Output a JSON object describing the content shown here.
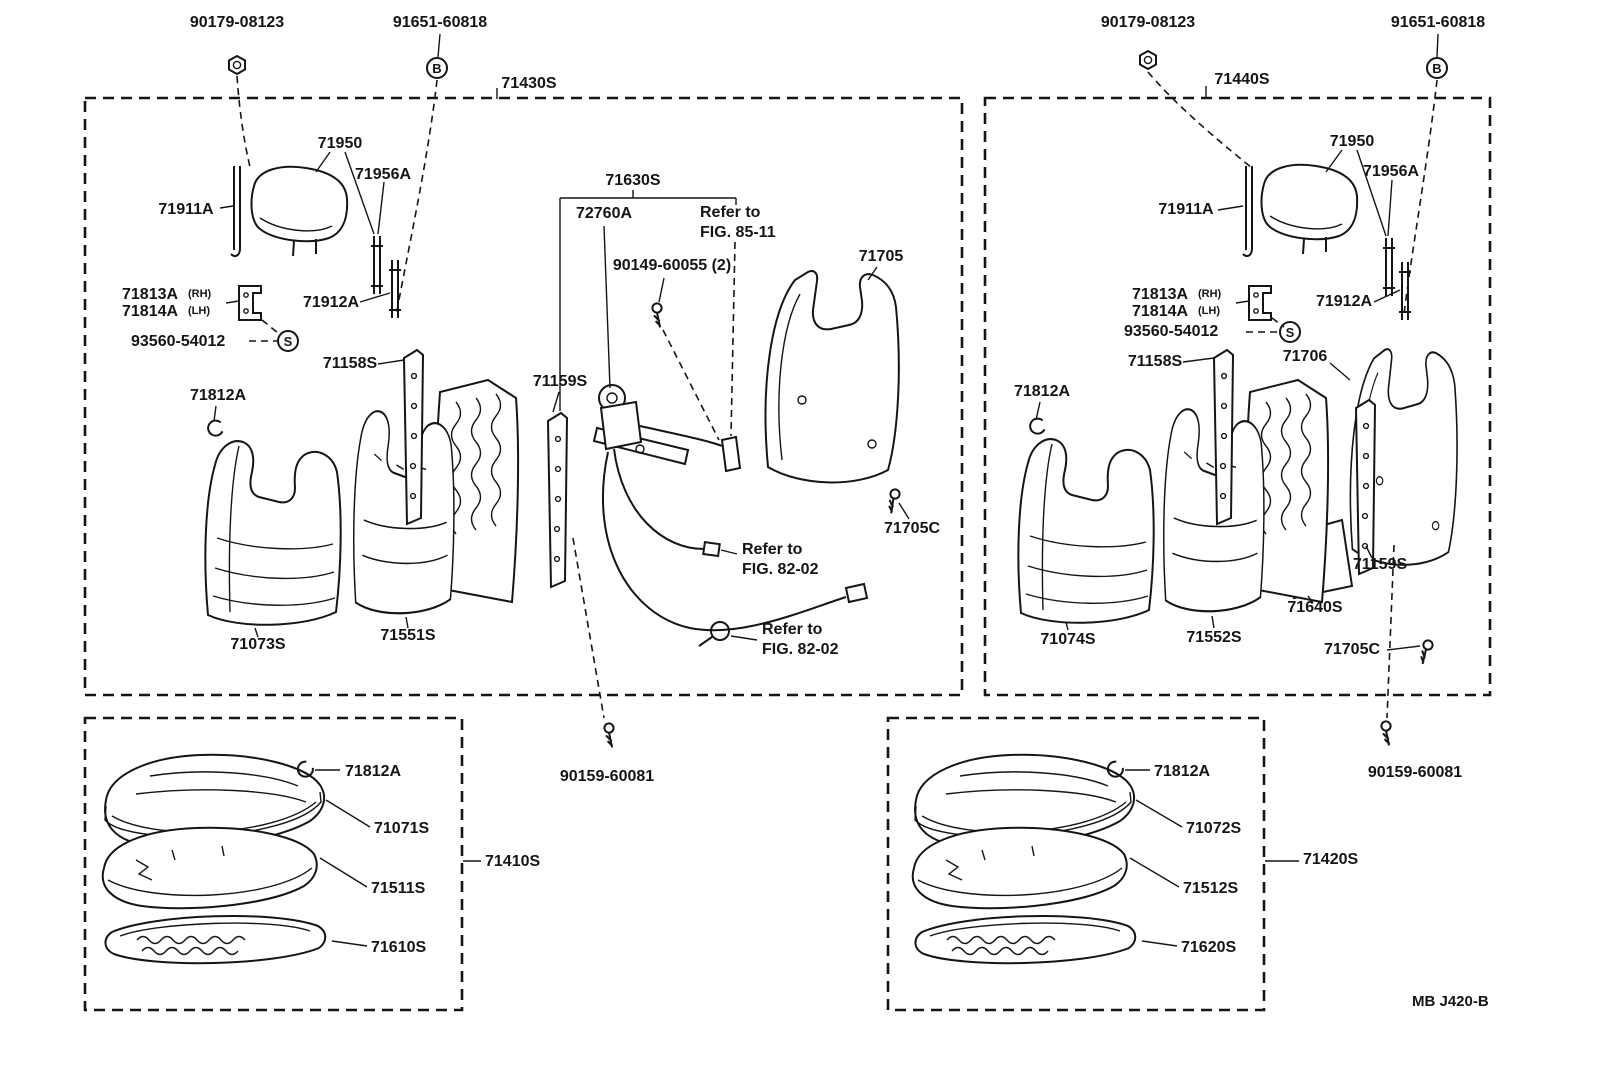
{
  "footer": {
    "code": "MB J420-B"
  },
  "symbols": {
    "b": "B",
    "s": "S"
  },
  "front_seat_back_left": {
    "assembly": "71430S",
    "parts": {
      "nut": "90179-08123",
      "bolt": "91651-60818",
      "headrest": "71950",
      "headrest_support": "71956A",
      "headrest_stay": "71911A",
      "support": "71912A",
      "recliner_assy": "71630S",
      "motor": "72760A",
      "refer_85_11_line1": "Refer to",
      "refer_85_11_line2": "FIG. 85-11",
      "screw_pair": "90149-60055 (2)",
      "back_board": "71705",
      "bracket_rh": "71813A",
      "bracket_rh_side": "(RH)",
      "bracket_lh": "71814A",
      "bracket_lh_side": "(LH)",
      "clip": "93560-54012",
      "frame_side_inner": "71158S",
      "frame_side_outer": "71159S",
      "hog_ring": "71812A",
      "board_screw": "71705C",
      "refer_82_02_a_line1": "Refer to",
      "refer_82_02_a_line2": "FIG. 82-02",
      "refer_82_02_b_line1": "Refer to",
      "refer_82_02_b_line2": "FIG. 82-02",
      "back_cover": "71073S",
      "back_pad": "71551S",
      "frame_screw": "90159-60081"
    }
  },
  "front_seat_back_right": {
    "assembly": "71440S",
    "parts": {
      "nut": "90179-08123",
      "bolt": "91651-60818",
      "headrest": "71950",
      "headrest_support": "71956A",
      "headrest_stay": "71911A",
      "support": "71912A",
      "bracket_rh": "71813A",
      "bracket_rh_side": "(RH)",
      "bracket_lh": "71814A",
      "bracket_lh_side": "(LH)",
      "clip": "93560-54012",
      "frame_side_inner": "71158S",
      "back_board": "71706",
      "hog_ring": "71812A",
      "frame_side_outer": "71159S",
      "spring_board": "71640S",
      "back_cover": "71074S",
      "back_pad": "71552S",
      "board_screw": "71705C",
      "frame_screw": "90159-60081"
    }
  },
  "seat_cushion_left": {
    "assembly": "71410S",
    "parts": {
      "hog_ring": "71812A",
      "cover": "71071S",
      "pad": "71511S",
      "spring": "71610S"
    }
  },
  "seat_cushion_right": {
    "assembly": "71420S",
    "parts": {
      "hog_ring": "71812A",
      "cover": "71072S",
      "pad": "71512S",
      "spring": "71620S"
    }
  }
}
